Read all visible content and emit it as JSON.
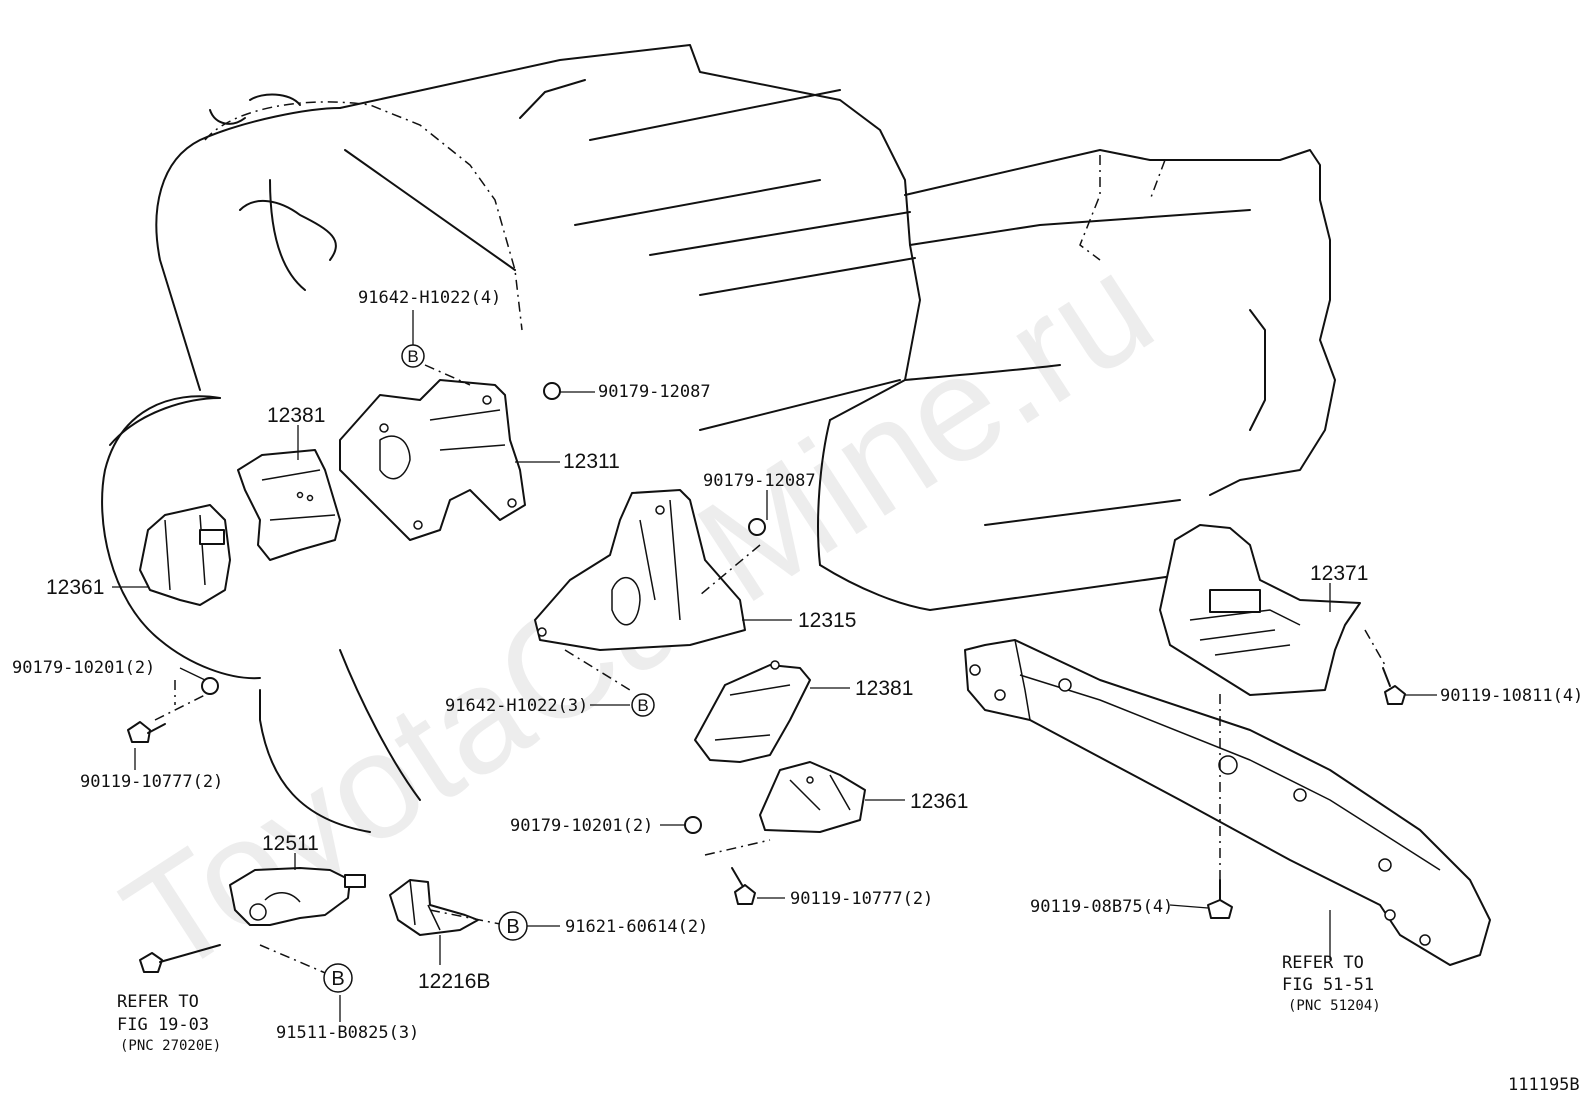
{
  "watermark": "ToyotaCarMine.ru",
  "figure_id": "111195B",
  "labels": {
    "p91642_h1022_4": "91642-H1022(4)",
    "p90179_12087_a": "90179-12087",
    "p12381_a": "12381",
    "p12311": "12311",
    "p12361_a": "12361",
    "p90179_12087_b": "90179-12087",
    "p12315": "12315",
    "p12371": "12371",
    "p90179_10201_2_a": "90179-10201(2)",
    "p91642_h1022_3": "91642-H1022(3)",
    "p12381_b": "12381",
    "p90119_10811_4": "90119-10811(4)",
    "p90119_10777_2_a": "90119-10777(2)",
    "p12361_b": "12361",
    "p90179_10201_2_b": "90179-10201(2)",
    "p12511": "12511",
    "p90119_10777_2_b": "90119-10777(2)",
    "p90119_08b75_4": "90119-08B75(4)",
    "p91621_60614_2": "91621-60614(2)",
    "p12216b": "12216B",
    "p91511_b0825_3": "91511-B0825(3)",
    "ref_left_1": "REFER TO",
    "ref_left_2": "FIG 19-03",
    "ref_left_3": "(PNC 27020E)",
    "ref_right_1": "REFER TO",
    "ref_right_2": "FIG 51-51",
    "ref_right_3": "(PNC 51204)"
  },
  "callout_letter": "B"
}
